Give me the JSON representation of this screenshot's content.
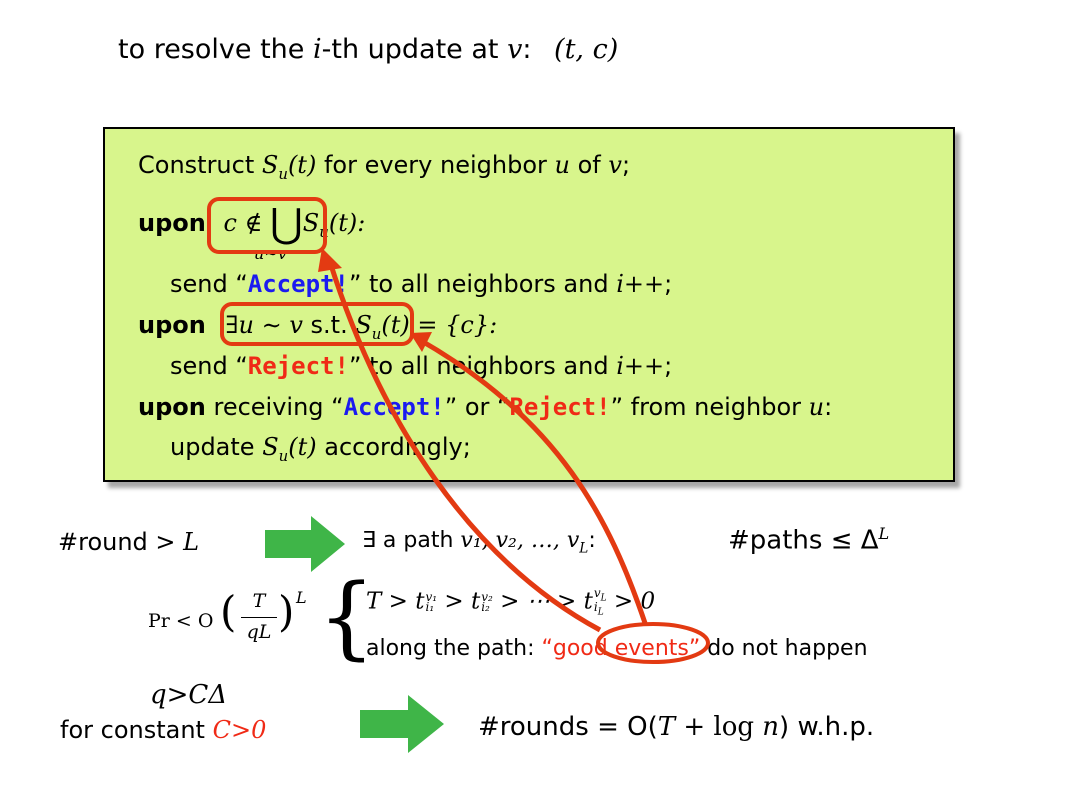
{
  "title": {
    "prefix": "to resolve the ",
    "var_i": "i",
    "mid": "-th update at ",
    "var_v": "v",
    "colon": ":",
    "pair": "(t, c)"
  },
  "box": {
    "line1": {
      "pre": "Construct ",
      "S": "S",
      "sub": "u",
      "t": "(t)",
      "mid": " for every neighbor ",
      "u": "u",
      "of": " of ",
      "v": "v",
      "end": ";"
    },
    "line2": {
      "kw": "upon",
      "c": "c",
      "notin": "∉",
      "bigcup": "⋃",
      "S": "S",
      "sub": "u",
      "t": "(t):",
      "under": "u∼v"
    },
    "line3": {
      "pre": "send “",
      "accept": "Accept!",
      "post": "” to all neighbors and ",
      "inc": "i++",
      "end": ";"
    },
    "line4": {
      "kw": "upon",
      "expr": "∃u ∼ v",
      "st": " s.t. ",
      "S": "S",
      "sub": "u",
      "rest": "(t) = {c}:"
    },
    "line5": {
      "pre": "send “",
      "reject": "Reject!",
      "post": "” to all neighbors and ",
      "inc": "i++",
      "end": ";"
    },
    "line6": {
      "kw": "upon",
      "pre": " receiving “",
      "accept": "Accept!",
      "or": "” or “",
      "reject": "Reject!",
      "post": "” from neighbor ",
      "u": "u",
      "end": ":"
    },
    "line7": {
      "pre": "update ",
      "S": "S",
      "sub": "u",
      "t": "(t)",
      "post": " accordingly;"
    }
  },
  "row1": {
    "left": "#round > ",
    "L": "L",
    "exists": "∃ a path ",
    "path": "v₁, v₂, …, v",
    "pathsub": "L",
    "pathend": ":",
    "paths": "#paths ≤ Δ",
    "paths_sup": "L"
  },
  "row2": {
    "pr": "Pr < O",
    "frac_num": "T",
    "frac_den": "qL",
    "pow": "L",
    "ineq": "T > t",
    "t1_sup": "v₁",
    "t1_sub": "i₁",
    "t2_sup": "v₂",
    "t2_sub": "i₂",
    "dots": " > ⋯ > t",
    "tL_sup": "v",
    "tL_sub": "i",
    "gt0": " > 0",
    "along": "along the path: ",
    "good": "“good events”",
    "nothappen": " do not happen"
  },
  "row3": {
    "q": "q>CΔ",
    "for_constant": "for constant ",
    "C": "C>0",
    "rounds_pre": "#rounds = O(",
    "rounds_T": "T",
    "rounds_plus": " + log ",
    "rounds_n": "n",
    "rounds_post": ") w.h.p."
  },
  "colors": {
    "box_bg": "#d8f58c",
    "accept": "#1b1bf0",
    "reject": "#f02a16",
    "arrow_green": "#3fb548",
    "annot_red": "#e33a12"
  }
}
